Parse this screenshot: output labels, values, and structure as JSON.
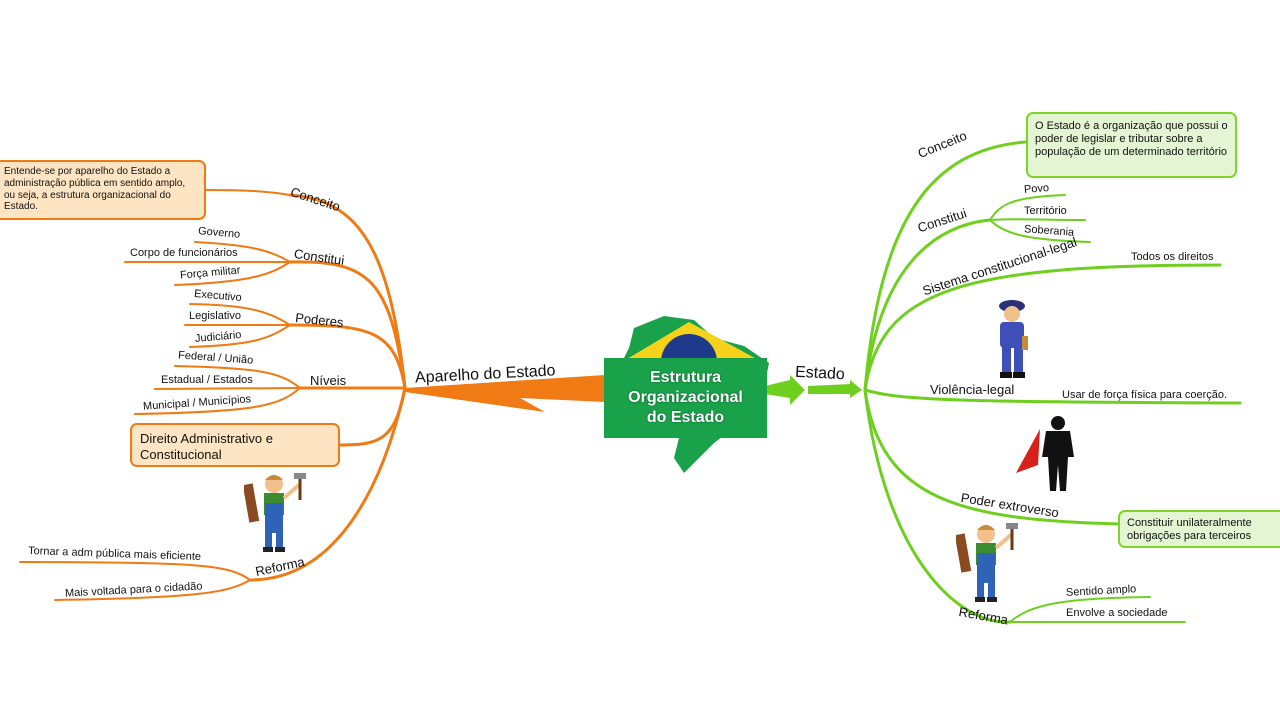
{
  "center": {
    "title_lines": [
      "Estrutura",
      "Organizacional",
      "do Estado"
    ]
  },
  "left": {
    "main_label": "Aparelho do Estado",
    "conceito": {
      "label": "Conceito",
      "note": "Entende-se por aparelho do Estado a administração pública em sentido amplo, ou seja, a estrutura organizacional do Estado."
    },
    "constitui": {
      "label": "Constitui",
      "items": [
        "Governo",
        "Corpo de funcionários",
        "Força militar"
      ]
    },
    "poderes": {
      "label": "Poderes",
      "items": [
        "Executivo",
        "Legislativo",
        "Judiciário"
      ]
    },
    "niveis": {
      "label": "Níveis",
      "items": [
        "Federal / União",
        "Estadual / Estados",
        "Municipal / Municípios"
      ]
    },
    "direito_box": "Direito Administrativo e Constitucional",
    "reforma": {
      "label": "Reforma",
      "items": [
        "Tornar a adm pública mais eficiente",
        "Mais voltada para o cidadão"
      ]
    }
  },
  "right": {
    "main_label": "Estado",
    "conceito": {
      "label": "Conceito",
      "note": "O Estado é a organização que possui o poder de legislar e tributar sobre a população de um determinado território"
    },
    "constitui": {
      "label": "Constitui",
      "items": [
        "Povo",
        "Território",
        "Soberania"
      ]
    },
    "sistema": {
      "label": "Sistema constitucional-legal",
      "item": "Todos os direitos"
    },
    "violencia": {
      "label": "Violência-legal",
      "item": "Usar de força física para coerção."
    },
    "poder": {
      "label": "Poder extroverso",
      "note": "Constituir unilateralmente obrigações para terceiros"
    },
    "reforma": {
      "label": "Reforma",
      "items": [
        "Sentido amplo",
        "Envolve a sociedade"
      ]
    }
  },
  "colors": {
    "left_branch": "#f07a14",
    "right_branch": "#6fcf1f",
    "center_green": "#1aa24a",
    "flag_yellow": "#f6d31a",
    "flag_blue": "#1e3a8a"
  },
  "icons": {
    "police": "police-officer-icon",
    "hero": "superhero-silhouette-icon",
    "worker": "worker-with-hammer-icon",
    "map": "brazil-map-icon"
  }
}
